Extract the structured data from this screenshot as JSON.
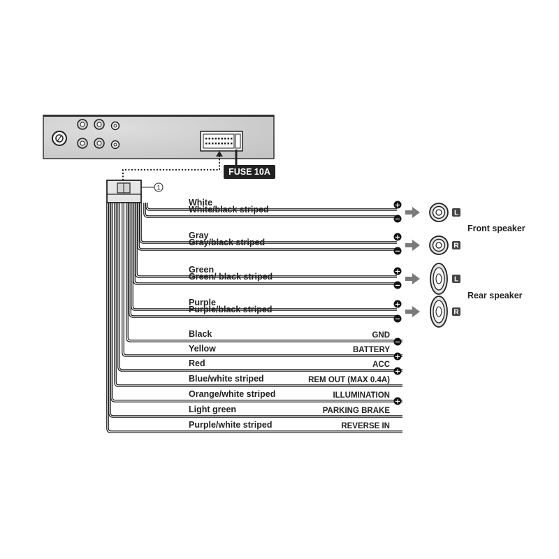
{
  "fuse": {
    "label": "FUSE 10A"
  },
  "callout": {
    "number": "1"
  },
  "speaker_wires": [
    {
      "color": "White",
      "polarity": "+"
    },
    {
      "color": "White/black striped",
      "polarity": "−"
    },
    {
      "color": "Gray",
      "polarity": "+"
    },
    {
      "color": "Gray/black striped",
      "polarity": "−"
    },
    {
      "color": "Green",
      "polarity": "+"
    },
    {
      "color": "Green/ black striped",
      "polarity": "−"
    },
    {
      "color": "Purple",
      "polarity": "+"
    },
    {
      "color": "Purple/black striped",
      "polarity": "−"
    }
  ],
  "power_wires": [
    {
      "color": "Black",
      "function": "GND"
    },
    {
      "color": "Yellow",
      "function": "BATTERY"
    },
    {
      "color": "Red",
      "function": "ACC"
    },
    {
      "color": "Blue/white striped",
      "function": "REM OUT (MAX 0.4A)"
    },
    {
      "color": "Orange/white striped",
      "function": "ILLUMINATION"
    },
    {
      "color": "Light green",
      "function": "PARKING BRAKE"
    },
    {
      "color": "Purple/white striped",
      "function": "REVERSE IN"
    }
  ],
  "power_polarity": [
    "−",
    "+",
    "+",
    "+"
  ],
  "speakers": [
    {
      "channel": "L"
    },
    {
      "channel": "R"
    },
    {
      "channel": "L"
    },
    {
      "channel": "R"
    }
  ],
  "speaker_groups": {
    "front": "Front speaker",
    "rear": "Rear speaker"
  }
}
